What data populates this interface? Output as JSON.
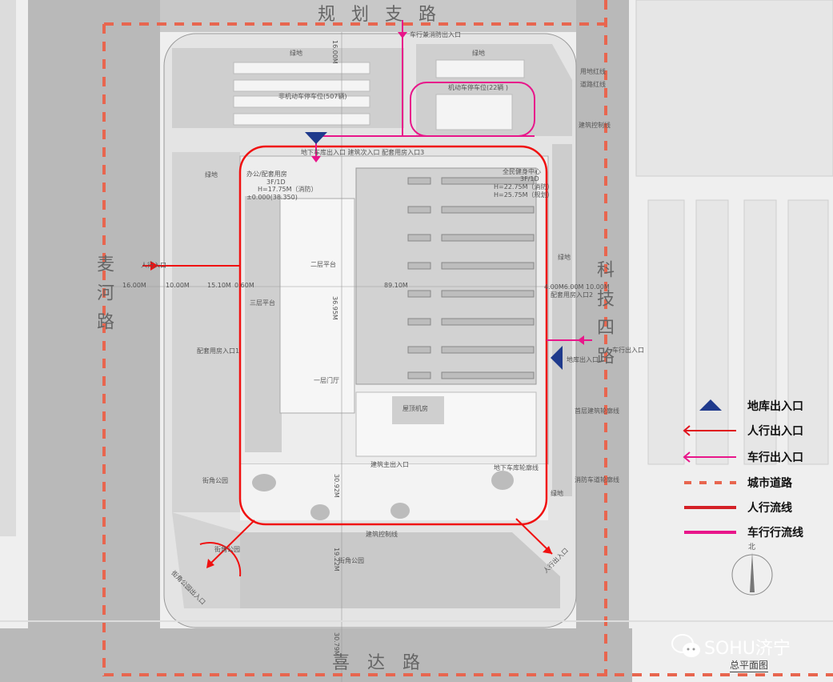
{
  "roads": {
    "north": "规划支路",
    "west": "麦河路",
    "east": "科技四路",
    "south": "喜达路"
  },
  "labels": {
    "vehicle_fire_entrance": "车行兼消防出入口",
    "green_nw": "绿地",
    "green_ne": "绿地",
    "bike_parking": "非机动车停车位(507辆)",
    "car_parking": "机动车停车位(22辆 )",
    "land_line": "用地红线",
    "road_line": "道路红线",
    "build_control_ne": "建筑控制线",
    "top_entrances": "地下车库出入口  建筑次入口  配套用房入口3",
    "office_name": "办公/配套用房",
    "office_floors": "3F/1D",
    "office_height": "H=17.75M（消防）",
    "office_elev": "±0.000(38.350)",
    "fitness_name": "全民健身中心",
    "fitness_floors": "3F/1D",
    "fitness_h1": "H=22.75M（消防）",
    "fitness_h2": "H=25.75M（规划）",
    "green_w": "绿地",
    "ped_entrance_w": "人行入口",
    "dim_16": "16.00M",
    "dim_10": "10.00M",
    "dim_1510": "15.10M",
    "dim_060": "0.60M",
    "dim_8910": "89.10M",
    "dim_right": "4.00M6.00M  10.00M",
    "aux_entrance_2": "配套用房入口2",
    "platform_2": "二层平台",
    "platform_3": "三层平台",
    "aux_entrance_1": "配套用房入口1",
    "lobby": "一层门厅",
    "roof_machine": "屋顶机房",
    "green_e": "绿地",
    "vehicle_entrance_e": "车行出入口",
    "garage_entrance_e": "地库出入口",
    "ground_outline": "首层建筑轮廓线",
    "main_entrance": "建筑主出入口",
    "garage_outline": "地下车库轮廓线",
    "fire_lane_outline": "消防车道轮廓线",
    "green_se": "绿地",
    "corner_park_1": "街角公园",
    "corner_park_2": "街角公园",
    "corner_park_3": "街角公园",
    "build_control_s": "建筑控制线",
    "park_entrance": "街角公园出入口",
    "ped_entrance_se": "人行出入口",
    "dim_v1": "16.00M",
    "dim_v2": "36.95M",
    "dim_v3": "30.92M",
    "dim_v4": "19.22M",
    "dim_v5": "30.79M",
    "north": "北",
    "watermark": "SOHU济宁",
    "caption": "总平面图"
  },
  "legend": [
    {
      "symbol": "triangle",
      "label": "地库出入口",
      "color": "#1f3a8c"
    },
    {
      "symbol": "arrow",
      "label": "人行出入口",
      "color": "#e0141e"
    },
    {
      "symbol": "arrow",
      "label": "车行出入口",
      "color": "#e8168a"
    },
    {
      "symbol": "dash",
      "label": "城市道路",
      "color": "#e8664f"
    },
    {
      "symbol": "line",
      "label": "人行流线",
      "color": "#d42026"
    },
    {
      "symbol": "line",
      "label": "车行行流线",
      "color": "#e8168a"
    }
  ]
}
